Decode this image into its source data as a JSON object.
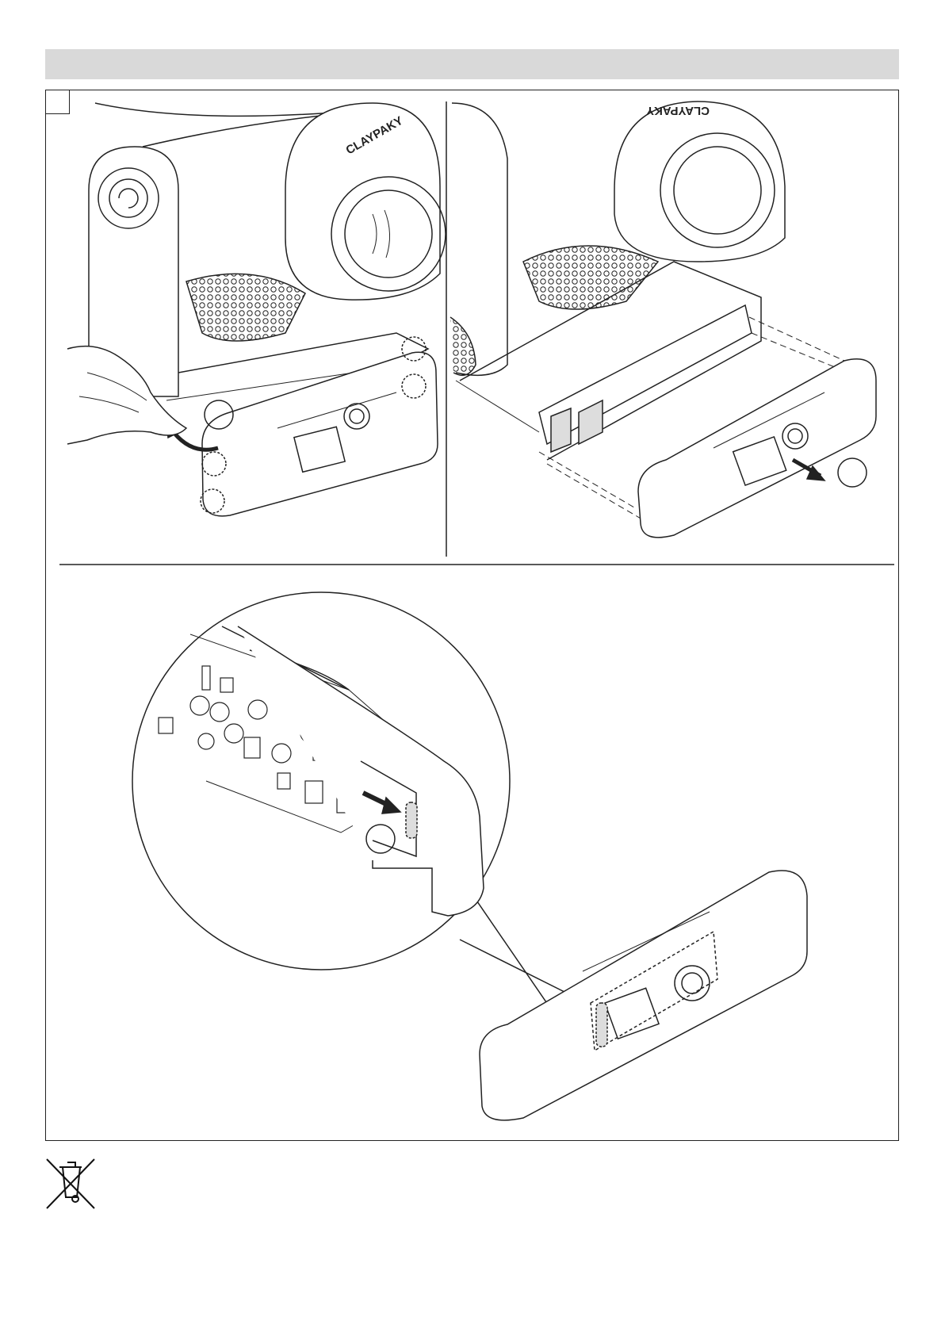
{
  "page": {
    "header_bar_text": "",
    "step_label": ""
  },
  "panels": [
    {
      "name": "remove-screws",
      "callout": ""
    },
    {
      "name": "detach-front-cover",
      "callout": ""
    },
    {
      "name": "detail-zoom",
      "callout": ""
    }
  ],
  "logo_text": "CLAYPAKY",
  "icons": [
    "weee-crossed-bin-icon"
  ]
}
